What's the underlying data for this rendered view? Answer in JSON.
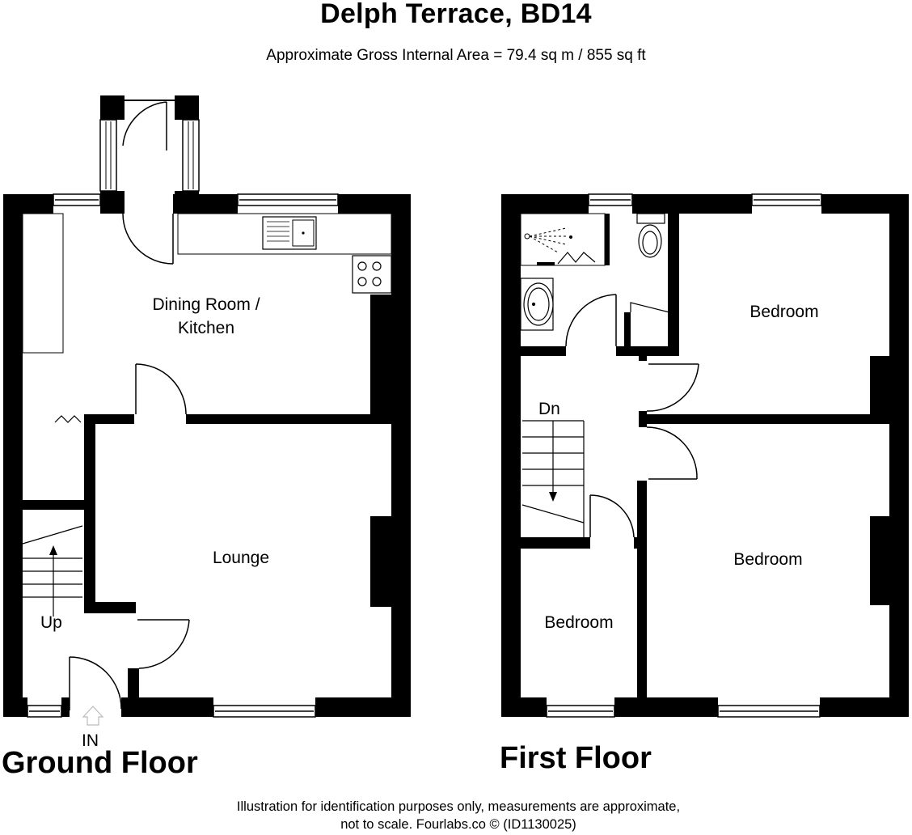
{
  "header": {
    "title": "Delph Terrace, BD14",
    "subtitle": "Approximate Gross Internal Area = 79.4 sq m / 855 sq ft"
  },
  "ground_floor": {
    "label": "Ground Floor",
    "rooms": {
      "dining_kitchen_line1": "Dining Room /",
      "dining_kitchen_line2": "Kitchen",
      "lounge": "Lounge"
    },
    "stairs_label": "Up",
    "entrance_label": "IN"
  },
  "first_floor": {
    "label": "First Floor",
    "rooms": {
      "bedroom_rear": "Bedroom",
      "bedroom_front": "Bedroom",
      "bedroom_small": "Bedroom"
    },
    "stairs_label": "Dn"
  },
  "footer": {
    "line1": "Illustration for identification purposes only, measurements are approximate,",
    "line2": "not to scale. Fourlabs.co © (ID1130025)"
  }
}
